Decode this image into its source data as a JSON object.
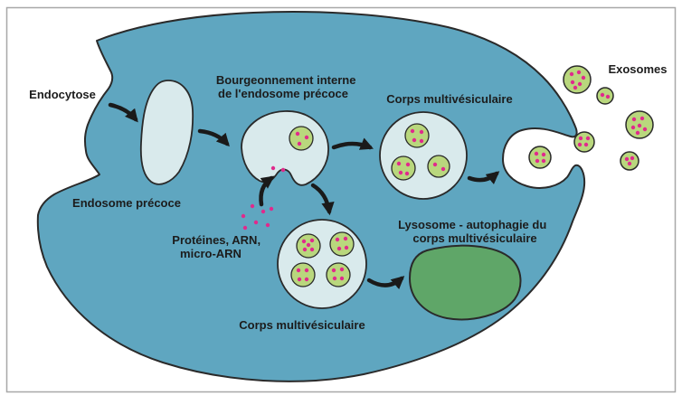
{
  "diagram": {
    "type": "cell-biology-schematic",
    "subject": "exosome biogenesis and release",
    "labels": {
      "endocytose": "Endocytose",
      "bourgeonnement_line1": "Bourgeonnement interne",
      "bourgeonnement_line2": "de l'endosome précoce",
      "corps_mvb_top": "Corps multivésiculaire",
      "exosomes": "Exosomes",
      "endosome_precoce": "Endosome précoce",
      "proteines_line1": "Protéines, ARN,",
      "proteines_line2": "micro-ARN",
      "lysosome_line1": "Lysosome - autophagie du",
      "lysosome_line2": "corps multivésiculaire",
      "corps_mvb_bottom": "Corps multivésiculaire"
    },
    "colors": {
      "background": "#ffffff",
      "frame": "#a8a8a8",
      "cell": "#5fa6c0",
      "endosome_light": "#d9eaec",
      "vesicle_green": "#b9d77d",
      "lysosome_green": "#5fa668",
      "dot_pink": "#e02a8c",
      "outline": "#2a2a2a",
      "arrow": "#1a1a1a",
      "label": "#1c1c1c"
    }
  }
}
